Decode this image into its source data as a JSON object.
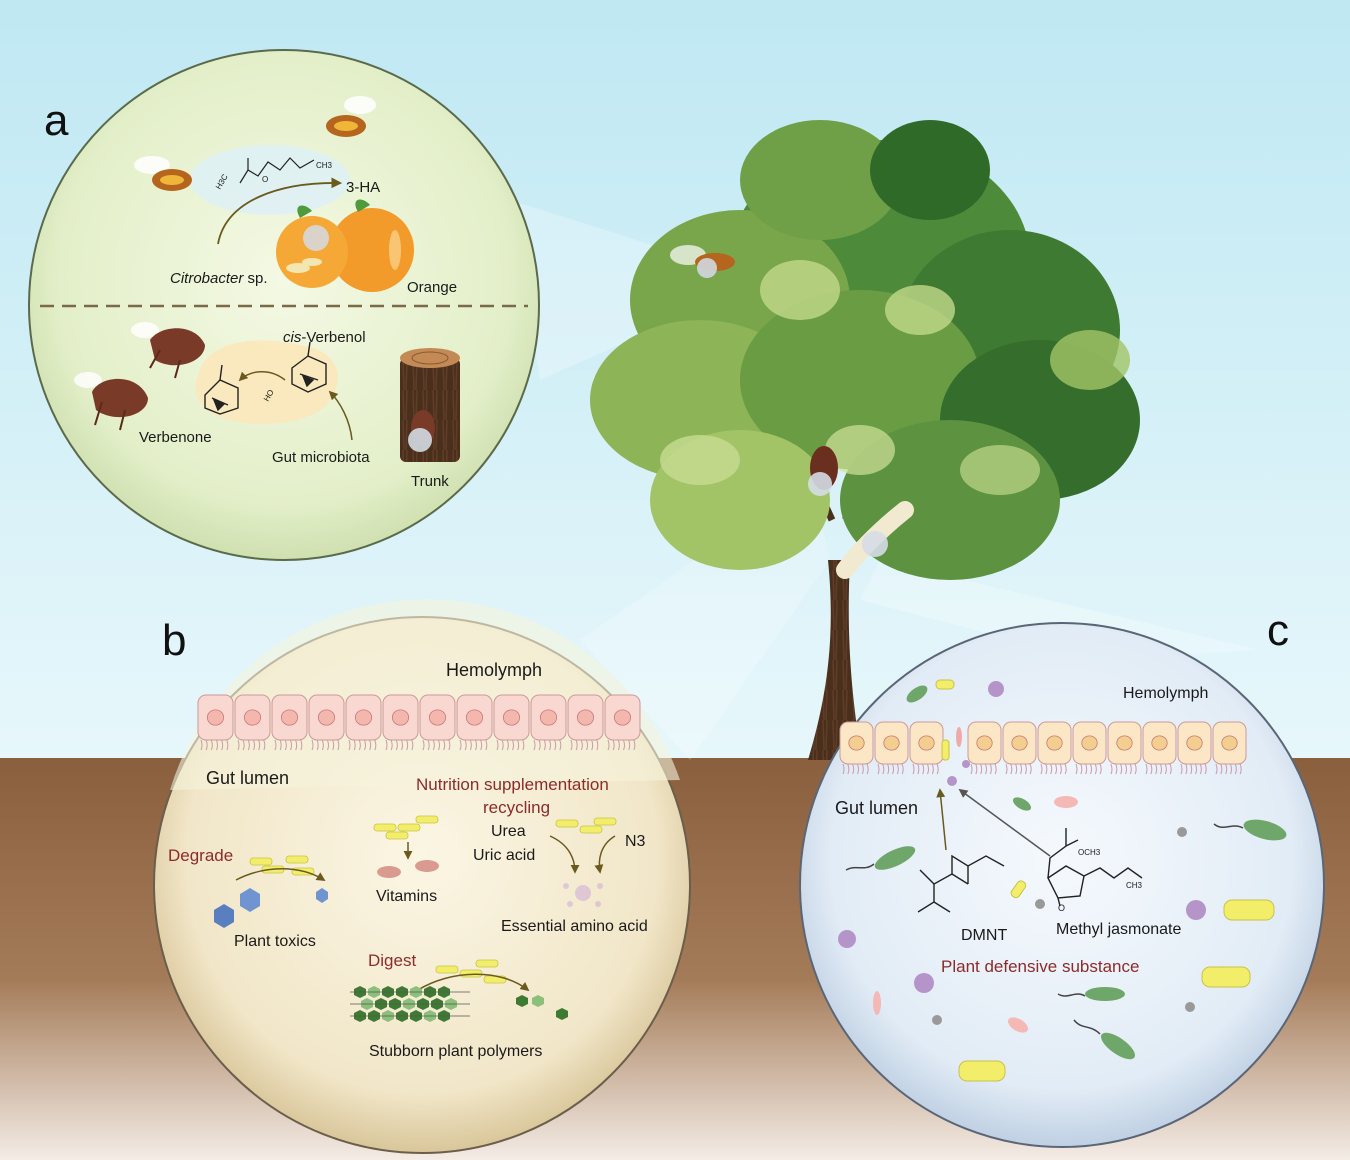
{
  "panels": {
    "a": {
      "letter": "a",
      "compound_top": "3-HA",
      "bacterium_italic": "Citrobacter",
      "bacterium_suffix": " sp.",
      "fruit": "Orange",
      "compound_prefix_italic": "cis",
      "compound_suffix": "-Verbenol",
      "product": "Verbenone",
      "microbiota": "Gut microbiota",
      "trunk": "Trunk",
      "chem_labels": {
        "h3c": "H3C",
        "o": "O",
        "ch3": "CH3",
        "ho": "HO"
      }
    },
    "b": {
      "letter": "b",
      "hemolymph": "Hemolymph",
      "gut_lumen": "Gut lumen",
      "nutrition_title_1": "Nutrition supplementation",
      "nutrition_title_2": "recycling",
      "urea": "Urea",
      "uric_acid": "Uric acid",
      "n3": "N3",
      "degrade": "Degrade",
      "vitamins": "Vitamins",
      "essential_amino_acid": "Essential amino acid",
      "plant_toxics": "Plant toxics",
      "digest": "Digest",
      "polymers": "Stubborn plant polymers"
    },
    "c": {
      "letter": "c",
      "hemolymph": "Hemolymph",
      "gut_lumen": "Gut lumen",
      "dmnt": "DMNT",
      "methyl_jasmonate": "Methyl jasmonate",
      "defensive": "Plant defensive substance",
      "chem_labels": {
        "och3": "OCH3",
        "ch3": "CH3",
        "o": "O"
      }
    }
  },
  "colors": {
    "sky": "#cfeef6",
    "soil": "#9b6f4c",
    "leaf_dark": "#3f7a33",
    "leaf_light": "#a9c96a",
    "trunk": "#5a3a22",
    "cell": "#f9d8d2",
    "cell_c": "#fbe6c6",
    "bacteria_yellow": "#f2ee6a",
    "bacteria_green": "#6fa66a",
    "accent_red": "#8b2b2b"
  }
}
